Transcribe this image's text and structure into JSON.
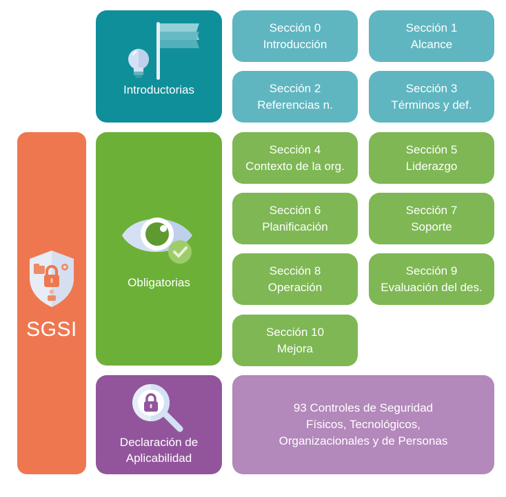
{
  "sidebar": {
    "label": "SGSI",
    "icon": "shield-lock-icon",
    "color": "#ef7750"
  },
  "categories": [
    {
      "label": "Introductorias",
      "icon": "lightbulb-flag-icon",
      "color": "#0f8f9a"
    },
    {
      "label": "Obligatorias",
      "icon": "eye-check-icon",
      "color": "#6cb038"
    },
    {
      "label_line1": "Declaración de",
      "label_line2": "Aplicabilidad",
      "icon": "magnifier-lock-icon",
      "color": "#92559c"
    }
  ],
  "sections": [
    {
      "title": "Sección 0",
      "subtitle": "Introducción",
      "group": "introductorias"
    },
    {
      "title": "Sección 1",
      "subtitle": "Alcance",
      "group": "introductorias"
    },
    {
      "title": "Sección 2",
      "subtitle": "Referencias n.",
      "group": "introductorias"
    },
    {
      "title": "Sección 3",
      "subtitle": "Términos y def.",
      "group": "introductorias"
    },
    {
      "title": "Sección 4",
      "subtitle": "Contexto de la org.",
      "group": "obligatorias"
    },
    {
      "title": "Sección 5",
      "subtitle": "Liderazgo",
      "group": "obligatorias"
    },
    {
      "title": "Sección 6",
      "subtitle": "Planificación",
      "group": "obligatorias"
    },
    {
      "title": "Sección 7",
      "subtitle": "Soporte",
      "group": "obligatorias"
    },
    {
      "title": "Sección 8",
      "subtitle": "Operación",
      "group": "obligatorias"
    },
    {
      "title": "Sección 9",
      "subtitle": "Evaluación del des.",
      "group": "obligatorias"
    },
    {
      "title": "Sección 10",
      "subtitle": "Mejora",
      "group": "obligatorias"
    }
  ],
  "controls": {
    "line1": "93 Controles de Seguridad",
    "line2": "Físicos, Tecnológicos,",
    "line3": "Organizacionales y de Personas"
  },
  "colors": {
    "teal_card": "#5fb6c0",
    "green_card": "#7eb754",
    "purple_card": "#b388bb"
  }
}
